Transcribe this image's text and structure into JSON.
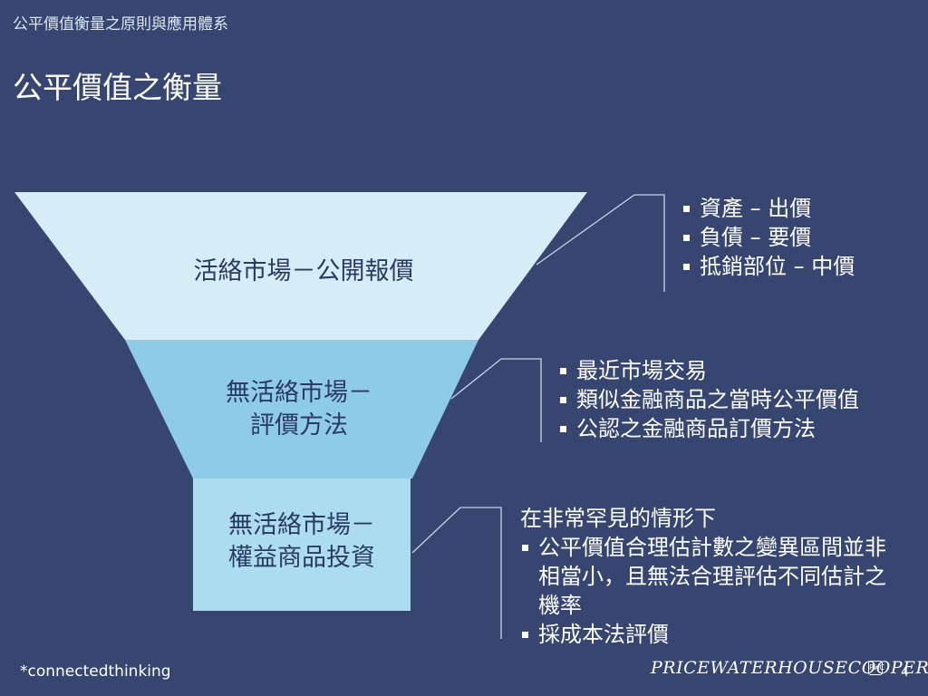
{
  "header": {
    "subtitle": "公平價值衡量之原則與應用體系"
  },
  "slide": {
    "title": "公平價值之衡量"
  },
  "funnel": {
    "colors": {
      "tier1": "#d6ecf7",
      "tier2": "#8dcbe6",
      "tier3": "#acdcef"
    },
    "tiers": [
      {
        "lines": [
          "活絡市場－公開報價"
        ]
      },
      {
        "lines": [
          "無活絡市場－",
          "評價方法"
        ]
      },
      {
        "lines": [
          "無活絡市場－",
          "權益商品投資"
        ]
      }
    ]
  },
  "notes": {
    "tier1": [
      "資產 – 出價",
      "負債 – 要價",
      "抵銷部位 – 中價"
    ],
    "tier2": [
      "最近市場交易",
      "類似金融商品之當時公平價值",
      "公認之金融商品訂價方法"
    ],
    "tier3": {
      "intro": "在非常罕見的情形下",
      "items": [
        "公平價值合理估計數之變異區間並非相當小，且無法合理評估不同估計之機率",
        "採成本法評價"
      ]
    }
  },
  "footer": {
    "tagline": "*connectedthinking",
    "logo": "PRICEWATERHOUSECOOPERS",
    "logo_mark": "PwC",
    "page": "4"
  }
}
